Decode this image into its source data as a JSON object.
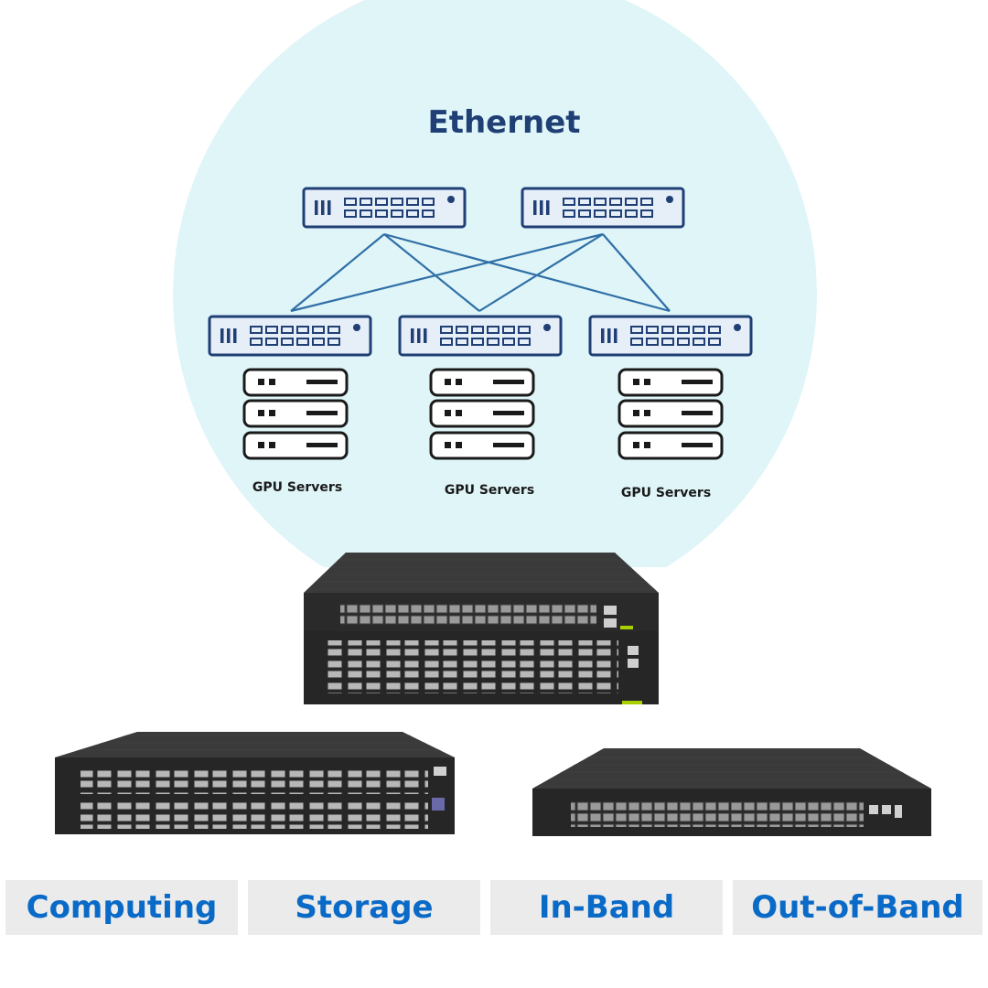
{
  "diagram": {
    "title": "Ethernet",
    "server_groups": [
      {
        "label": "GPU Servers"
      },
      {
        "label": "GPU Servers"
      },
      {
        "label": "GPU Servers"
      }
    ]
  },
  "categories": [
    {
      "label": "Computing"
    },
    {
      "label": "Storage"
    },
    {
      "label": "In-Band"
    },
    {
      "label": "Out-of-Band"
    }
  ],
  "colors": {
    "circle_bg": "#dff5f8",
    "line": "#2f6fa6",
    "icon_stroke": "#1f3f75",
    "label_text": "#0a6ac7",
    "label_bg": "#ebebeb",
    "hardware_body": "#2a2a2a"
  }
}
